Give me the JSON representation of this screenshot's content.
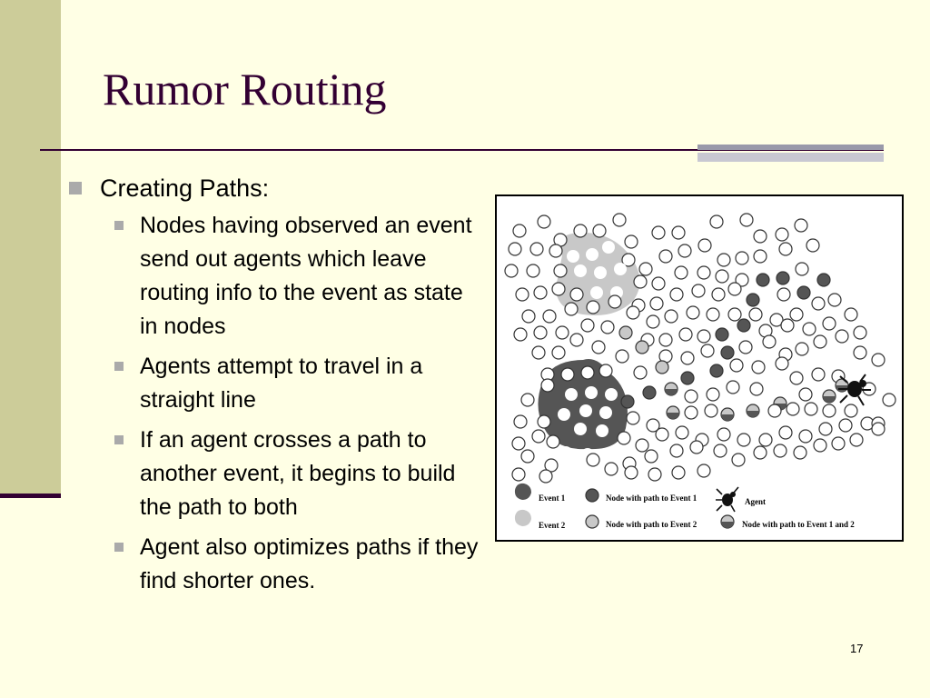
{
  "slide": {
    "title": "Rumor Routing",
    "page_number": "17"
  },
  "bullets": {
    "main": "Creating Paths:",
    "sub": [
      "Nodes having observed an event send out agents which leave routing info to the event as state in nodes",
      "Agents attempt to travel in a straight line",
      "If an agent crosses a path to another event, it begins to build the path to both",
      "Agent also optimizes paths if they find shorter ones."
    ]
  },
  "figure": {
    "legend": {
      "event1": "Event 1",
      "event2": "Event 2",
      "path1": "Node with path to Event 1",
      "path2": "Node with path to Event 2",
      "agent": "Agent",
      "path_both": "Node with path to Event 1 and 2"
    },
    "colors": {
      "event1_region": "#555555",
      "event2_region": "#C8C8C8",
      "path1_node": "#555555",
      "path2_node": "#C8C8C8",
      "node_outline": "#333333"
    }
  }
}
